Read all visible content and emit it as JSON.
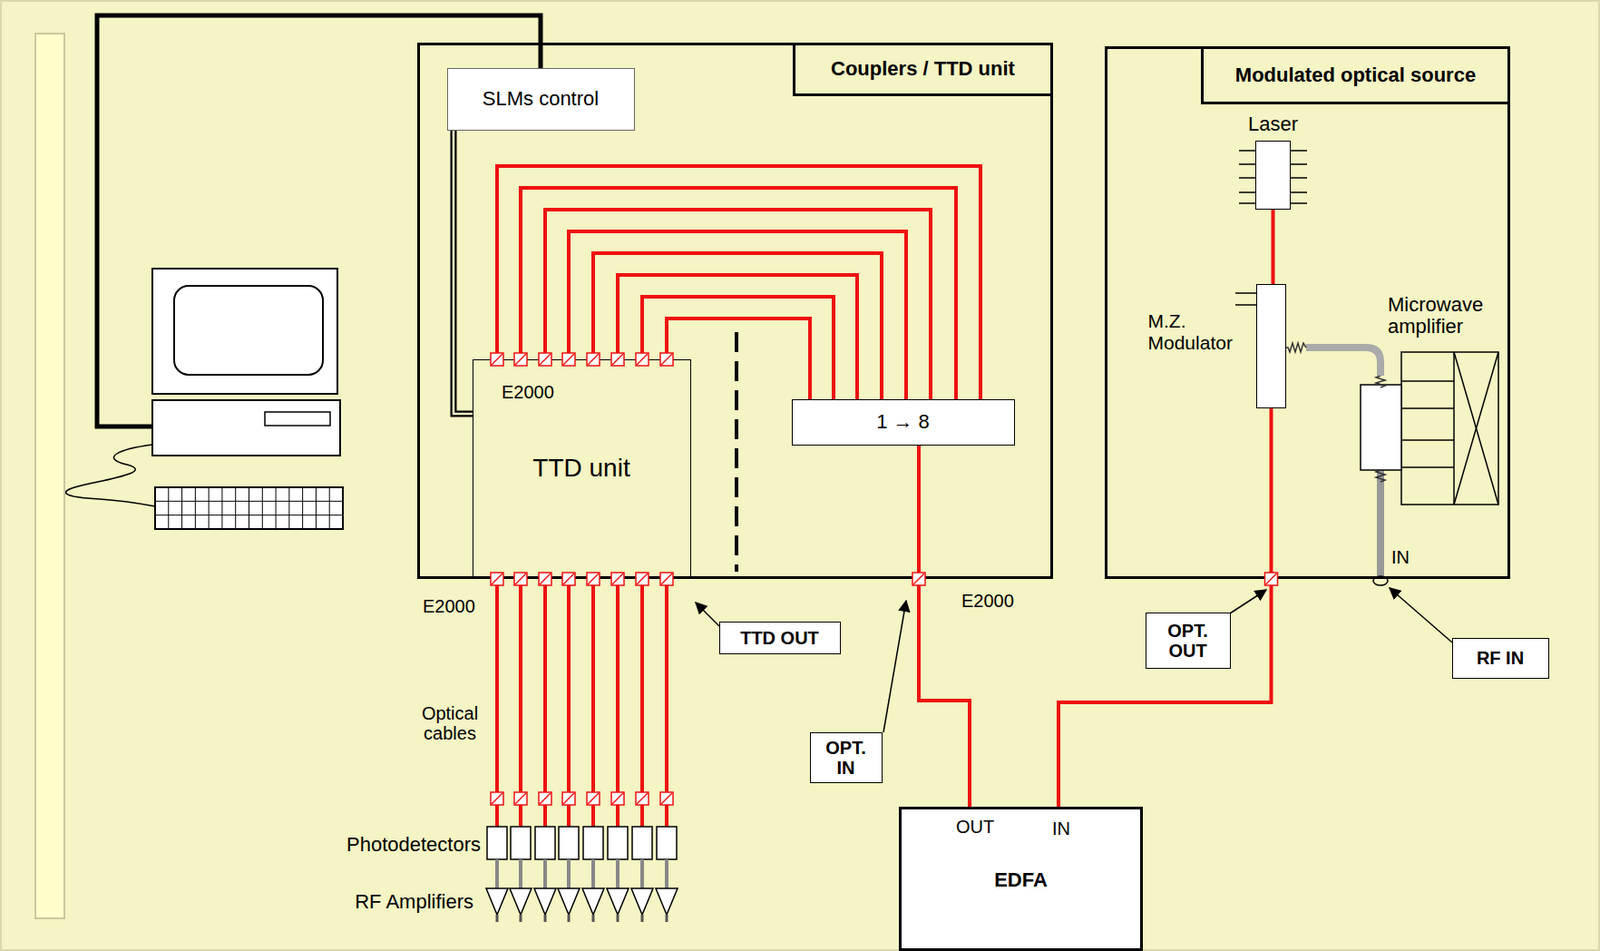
{
  "diagram": {
    "nodes": [
      {
        "text": [
          "Couplers / TTD unit"
        ]
      },
      {
        "text": [
          "SLMs control"
        ],
        "in": 0
      },
      {
        "text": [
          "TTD unit"
        ],
        "in": 0
      },
      {
        "text": [
          "1 → 8"
        ],
        "in": 0
      },
      {
        "text": [
          "Modulated optical source"
        ]
      },
      {
        "text": [
          "Laser"
        ],
        "in": 4
      },
      {
        "text": [
          "M.Z. Modulator"
        ],
        "in": 4
      },
      {
        "text": [
          "Microwave amplifier"
        ],
        "in": 4
      },
      {
        "text": [
          "OUT",
          "IN",
          "EDFA"
        ]
      },
      {
        "text": [
          "TTD OUT"
        ]
      },
      {
        "text": [
          "OPT. IN"
        ]
      },
      {
        "text": [
          "OPT. OUT"
        ]
      },
      {
        "text": [
          "RF IN"
        ]
      }
    ],
    "edges": [
      {
        "from": 3,
        "to": 2,
        "arrow": "none"
      },
      {
        "from": 3,
        "to": 2,
        "arrow": "none"
      },
      {
        "from": 3,
        "to": 2,
        "arrow": "none"
      },
      {
        "from": 3,
        "to": 2,
        "arrow": "none"
      },
      {
        "from": 3,
        "to": 2,
        "arrow": "none"
      },
      {
        "from": 3,
        "to": 2,
        "arrow": "none"
      },
      {
        "from": 3,
        "to": 2,
        "arrow": "none"
      },
      {
        "from": 3,
        "to": 2,
        "arrow": "none"
      },
      {
        "from": 8,
        "to": 3,
        "arrow": "none"
      },
      {
        "from": 5,
        "to": 6,
        "arrow": "none"
      },
      {
        "from": 6,
        "to": 8,
        "arrow": "none"
      },
      {
        "from": 7,
        "to": 6,
        "arrow": "none"
      },
      {
        "from": 1,
        "to": 2,
        "arrow": "none"
      }
    ],
    "labels": [
      "E2000",
      "E2000",
      "E2000",
      "Optical cables",
      "Photodetectors",
      "RF Amplifiers",
      "IN"
    ]
  }
}
